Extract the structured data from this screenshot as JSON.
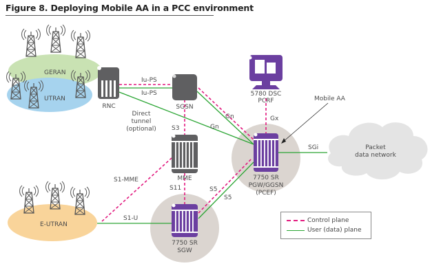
{
  "title": "Figure 8. Deploying Mobile AA in a PCC environment",
  "colors": {
    "control_plane": "#e2187e",
    "user_plane": "#2aa533",
    "purple_node": "#6b3fa0",
    "gray_node": "#5f5f61",
    "circle_bg": "#dbd5d0",
    "geran": "#c9e2b3",
    "utran": "#a6d3ee",
    "eutran": "#f9d49a",
    "cloud": "#e4e4e4"
  },
  "radio_areas": {
    "geran": "GERAN",
    "utran": "UTRAN",
    "eutran": "E-UTRAN"
  },
  "nodes": {
    "rnc": "RNC",
    "sgsn": "SGSN",
    "mme": "MME",
    "pcrf_line1": "5780 DSC",
    "pcrf_line2": "PCRF",
    "pgw_line1": "7750 SR",
    "pgw_line2": "PGW/GGSN",
    "pgw_line3": "(PCEF)",
    "sgw_line1": "7750 SR",
    "sgw_line2": "SGW",
    "cloud_line1": "Packet",
    "cloud_line2": "data network"
  },
  "interfaces": {
    "iups_control": "Iu-PS",
    "iups_user": "Iu-PS",
    "direct_tunnel_line1": "Direct",
    "direct_tunnel_line2": "tunnel",
    "direct_tunnel_line3": "(optional)",
    "gn_direct": "Gn",
    "gn_sgsn": "Gn",
    "gx": "Gx",
    "s3": "S3",
    "s11": "S11",
    "s1_mme": "S1-MME",
    "s1_u": "S1-U",
    "s5_control": "S5",
    "s5_user": "S5",
    "sgi": "SGi"
  },
  "callout": "Mobile AA",
  "legend": {
    "control_plane": "Control plane",
    "user_plane": "User (data) plane"
  }
}
